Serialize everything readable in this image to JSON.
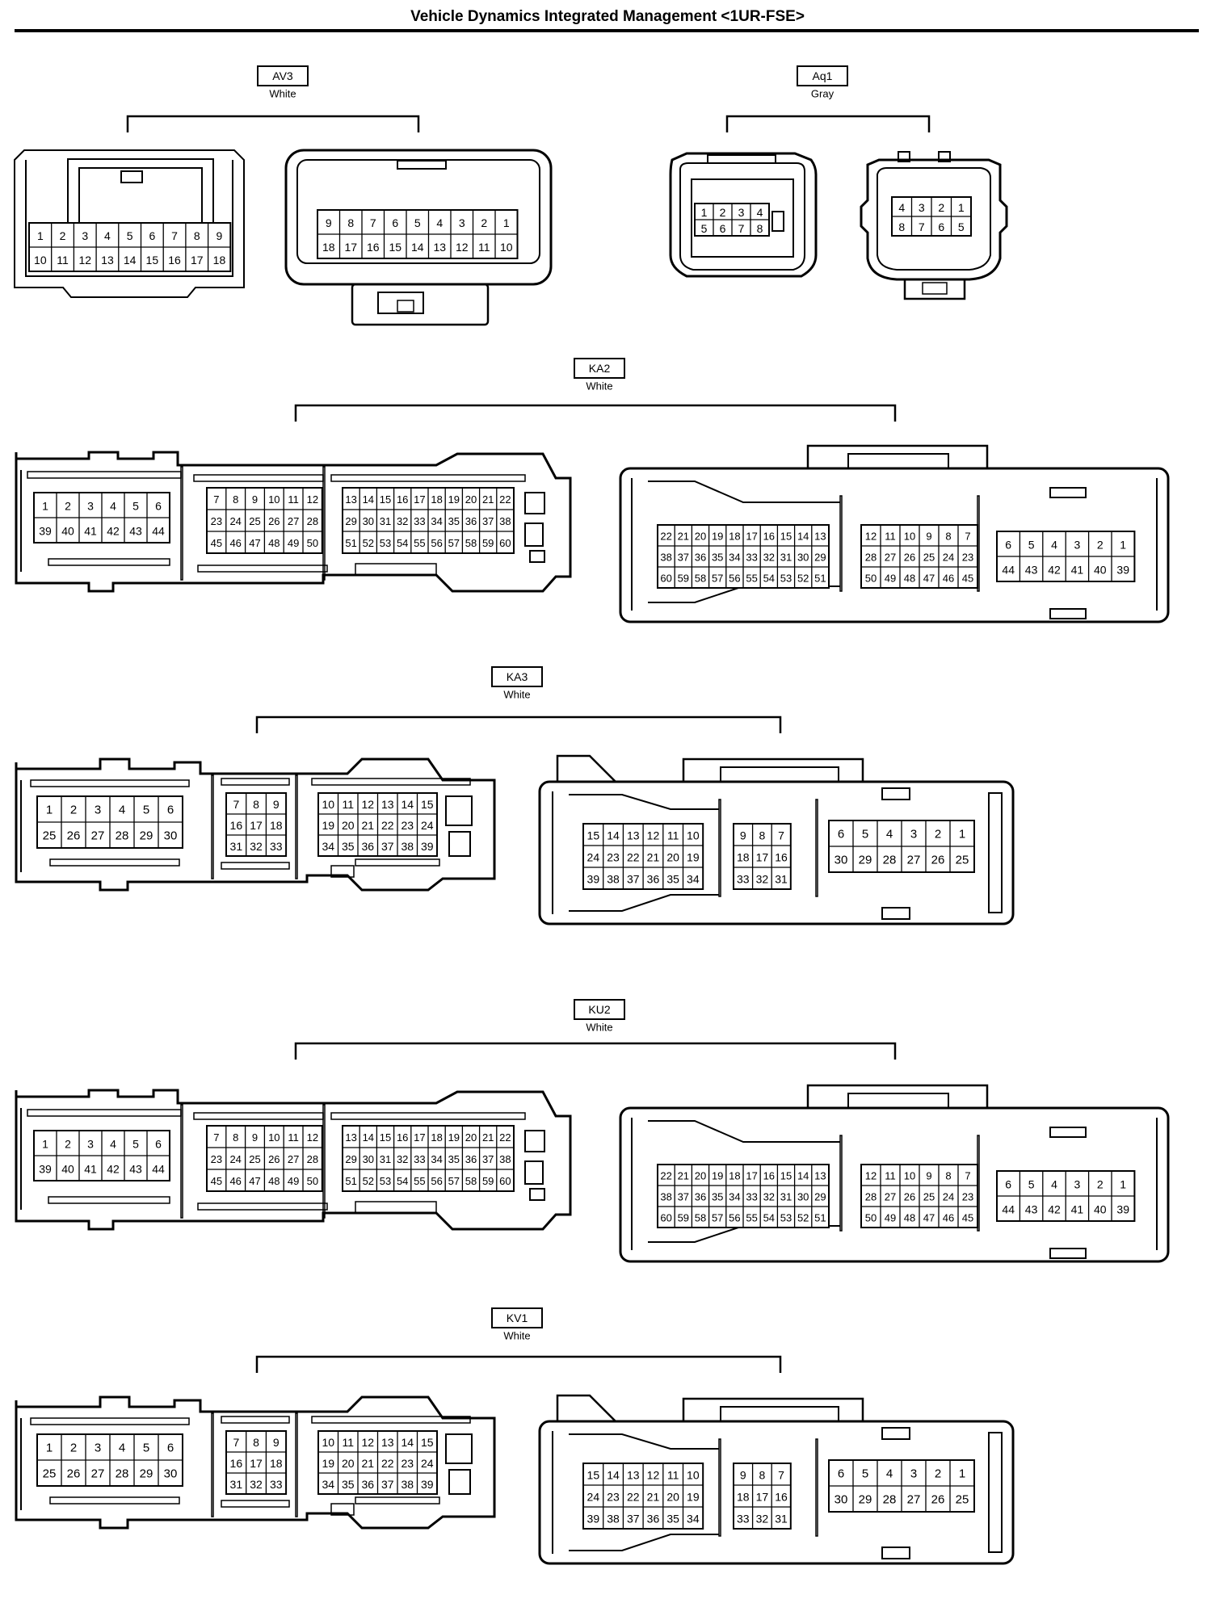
{
  "title": "Vehicle Dynamics Integrated Management <1UR-FSE>",
  "connectors": [
    {
      "id": "AV3",
      "color": "White",
      "left": [
        [
          "1",
          "2",
          "3",
          "4",
          "5",
          "6",
          "7",
          "8",
          "9"
        ],
        [
          "10",
          "11",
          "12",
          "13",
          "14",
          "15",
          "16",
          "17",
          "18"
        ]
      ],
      "right": [
        [
          "9",
          "8",
          "7",
          "6",
          "5",
          "4",
          "3",
          "2",
          "1"
        ],
        [
          "18",
          "17",
          "16",
          "15",
          "14",
          "13",
          "12",
          "11",
          "10"
        ]
      ]
    },
    {
      "id": "Aq1",
      "color": "Gray",
      "left": [
        [
          "1",
          "2",
          "3",
          "4"
        ],
        [
          "5",
          "6",
          "7",
          "8"
        ]
      ],
      "right": [
        [
          "4",
          "3",
          "2",
          "1"
        ],
        [
          "8",
          "7",
          "6",
          "5"
        ]
      ]
    },
    {
      "id": "KA2",
      "color": "White",
      "male": [
        [
          [
            "1",
            "2",
            "3",
            "4",
            "5",
            "6"
          ],
          [
            "39",
            "40",
            "41",
            "42",
            "43",
            "44"
          ]
        ],
        [
          [
            "7",
            "8",
            "9",
            "10",
            "11",
            "12"
          ],
          [
            "23",
            "24",
            "25",
            "26",
            "27",
            "28"
          ],
          [
            "45",
            "46",
            "47",
            "48",
            "49",
            "50"
          ]
        ],
        [
          [
            "13",
            "14",
            "15",
            "16",
            "17",
            "18",
            "19",
            "20",
            "21",
            "22"
          ],
          [
            "29",
            "30",
            "31",
            "32",
            "33",
            "34",
            "35",
            "36",
            "37",
            "38"
          ],
          [
            "51",
            "52",
            "53",
            "54",
            "55",
            "56",
            "57",
            "58",
            "59",
            "60"
          ]
        ]
      ],
      "female": [
        [
          [
            "22",
            "21",
            "20",
            "19",
            "18",
            "17",
            "16",
            "15",
            "14",
            "13"
          ],
          [
            "38",
            "37",
            "36",
            "35",
            "34",
            "33",
            "32",
            "31",
            "30",
            "29"
          ],
          [
            "60",
            "59",
            "58",
            "57",
            "56",
            "55",
            "54",
            "53",
            "52",
            "51"
          ]
        ],
        [
          [
            "12",
            "11",
            "10",
            "9",
            "8",
            "7"
          ],
          [
            "28",
            "27",
            "26",
            "25",
            "24",
            "23"
          ],
          [
            "50",
            "49",
            "48",
            "47",
            "46",
            "45"
          ]
        ],
        [
          [
            "6",
            "5",
            "4",
            "3",
            "2",
            "1"
          ],
          [
            "44",
            "43",
            "42",
            "41",
            "40",
            "39"
          ]
        ]
      ]
    },
    {
      "id": "KA3",
      "color": "White",
      "male": [
        [
          [
            "1",
            "2",
            "3",
            "4",
            "5",
            "6"
          ],
          [
            "25",
            "26",
            "27",
            "28",
            "29",
            "30"
          ]
        ],
        [
          [
            "7",
            "8",
            "9"
          ],
          [
            "16",
            "17",
            "18"
          ],
          [
            "31",
            "32",
            "33"
          ]
        ],
        [
          [
            "10",
            "11",
            "12",
            "13",
            "14",
            "15"
          ],
          [
            "19",
            "20",
            "21",
            "22",
            "23",
            "24"
          ],
          [
            "34",
            "35",
            "36",
            "37",
            "38",
            "39"
          ]
        ]
      ],
      "female": [
        [
          [
            "15",
            "14",
            "13",
            "12",
            "11",
            "10"
          ],
          [
            "24",
            "23",
            "22",
            "21",
            "20",
            "19"
          ],
          [
            "39",
            "38",
            "37",
            "36",
            "35",
            "34"
          ]
        ],
        [
          [
            "9",
            "8",
            "7"
          ],
          [
            "18",
            "17",
            "16"
          ],
          [
            "33",
            "32",
            "31"
          ]
        ],
        [
          [
            "6",
            "5",
            "4",
            "3",
            "2",
            "1"
          ],
          [
            "30",
            "29",
            "28",
            "27",
            "26",
            "25"
          ]
        ]
      ]
    },
    {
      "id": "KU2",
      "color": "White",
      "male": [
        [
          [
            "1",
            "2",
            "3",
            "4",
            "5",
            "6"
          ],
          [
            "39",
            "40",
            "41",
            "42",
            "43",
            "44"
          ]
        ],
        [
          [
            "7",
            "8",
            "9",
            "10",
            "11",
            "12"
          ],
          [
            "23",
            "24",
            "25",
            "26",
            "27",
            "28"
          ],
          [
            "45",
            "46",
            "47",
            "48",
            "49",
            "50"
          ]
        ],
        [
          [
            "13",
            "14",
            "15",
            "16",
            "17",
            "18",
            "19",
            "20",
            "21",
            "22"
          ],
          [
            "29",
            "30",
            "31",
            "32",
            "33",
            "34",
            "35",
            "36",
            "37",
            "38"
          ],
          [
            "51",
            "52",
            "53",
            "54",
            "55",
            "56",
            "57",
            "58",
            "59",
            "60"
          ]
        ]
      ],
      "female": [
        [
          [
            "22",
            "21",
            "20",
            "19",
            "18",
            "17",
            "16",
            "15",
            "14",
            "13"
          ],
          [
            "38",
            "37",
            "36",
            "35",
            "34",
            "33",
            "32",
            "31",
            "30",
            "29"
          ],
          [
            "60",
            "59",
            "58",
            "57",
            "56",
            "55",
            "54",
            "53",
            "52",
            "51"
          ]
        ],
        [
          [
            "12",
            "11",
            "10",
            "9",
            "8",
            "7"
          ],
          [
            "28",
            "27",
            "26",
            "25",
            "24",
            "23"
          ],
          [
            "50",
            "49",
            "48",
            "47",
            "46",
            "45"
          ]
        ],
        [
          [
            "6",
            "5",
            "4",
            "3",
            "2",
            "1"
          ],
          [
            "44",
            "43",
            "42",
            "41",
            "40",
            "39"
          ]
        ]
      ]
    },
    {
      "id": "KV1",
      "color": "White",
      "male": [
        [
          [
            "1",
            "2",
            "3",
            "4",
            "5",
            "6"
          ],
          [
            "25",
            "26",
            "27",
            "28",
            "29",
            "30"
          ]
        ],
        [
          [
            "7",
            "8",
            "9"
          ],
          [
            "16",
            "17",
            "18"
          ],
          [
            "31",
            "32",
            "33"
          ]
        ],
        [
          [
            "10",
            "11",
            "12",
            "13",
            "14",
            "15"
          ],
          [
            "19",
            "20",
            "21",
            "22",
            "23",
            "24"
          ],
          [
            "34",
            "35",
            "36",
            "37",
            "38",
            "39"
          ]
        ]
      ],
      "female": [
        [
          [
            "15",
            "14",
            "13",
            "12",
            "11",
            "10"
          ],
          [
            "24",
            "23",
            "22",
            "21",
            "20",
            "19"
          ],
          [
            "39",
            "38",
            "37",
            "36",
            "35",
            "34"
          ]
        ],
        [
          [
            "9",
            "8",
            "7"
          ],
          [
            "18",
            "17",
            "16"
          ],
          [
            "33",
            "32",
            "31"
          ]
        ],
        [
          [
            "6",
            "5",
            "4",
            "3",
            "2",
            "1"
          ],
          [
            "30",
            "29",
            "28",
            "27",
            "26",
            "25"
          ]
        ]
      ]
    }
  ]
}
